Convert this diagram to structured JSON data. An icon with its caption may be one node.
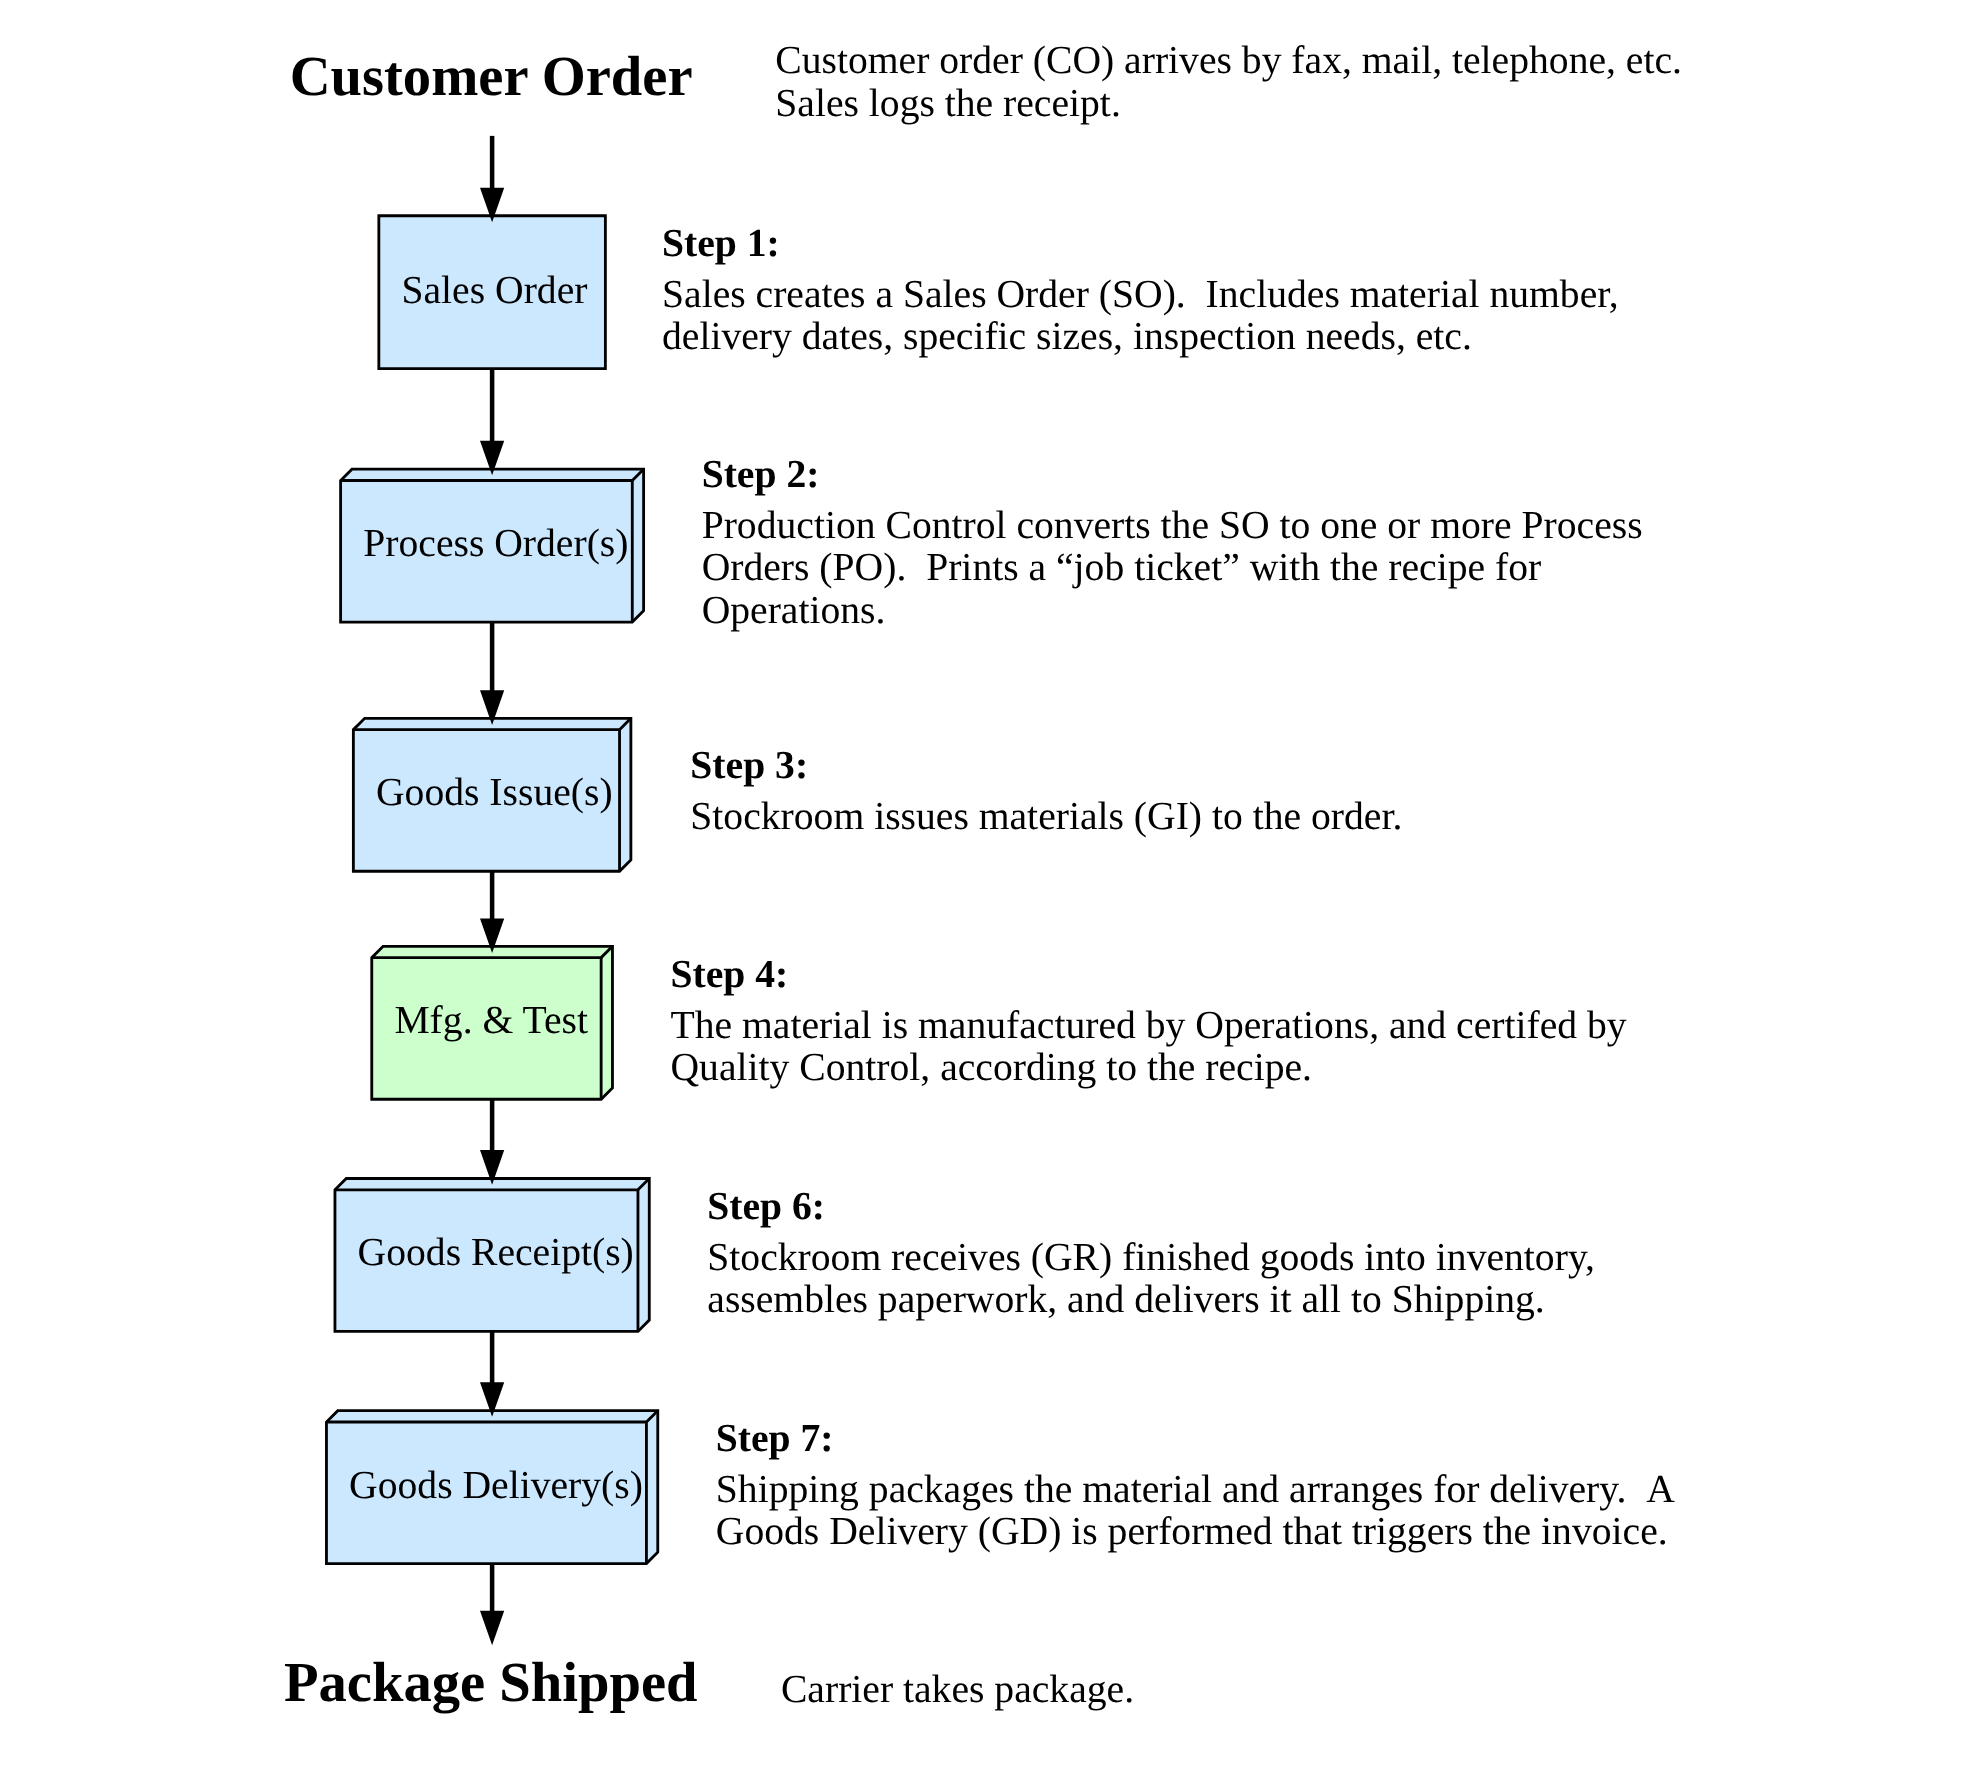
{
  "diagram": {
    "nodes": [
      {
        "text": [
          "Customer Order"
        ],
        "beside": [
          "Customer order (CO) arrives by fax, mail, telephone, etc.  Sales logs the receipt."
        ]
      },
      {
        "text": [
          "Sales Order"
        ],
        "beside": [
          "Step 1:",
          "Sales creates a Sales Order (SO).  Includes material number, delivery dates, specific sizes, inspection needs, etc."
        ]
      },
      {
        "text": [
          "Process Order(s)"
        ],
        "beside": [
          "Step 2:",
          "Production Control converts the SO to one or more Process Orders (PO).  Prints a “job ticket” with the recipe for Operations."
        ]
      },
      {
        "text": [
          "Goods Issue(s)"
        ],
        "beside": [
          "Step 3:",
          "Stockroom issues materials (GI) to the order."
        ]
      },
      {
        "text": [
          "Mfg. & Test"
        ],
        "beside": [
          "Step 4:",
          "The material is manufactured by Operations, and certifed by Quality Control, according to the recipe."
        ]
      },
      {
        "text": [
          "Goods Receipt(s)"
        ],
        "beside": [
          "Step 6:",
          "Stockroom receives (GR) finished goods into inventory, assembles paperwork, and delivers it all to Shipping."
        ]
      },
      {
        "text": [
          "Goods Delivery(s)"
        ],
        "beside": [
          "Step 7:",
          "Shipping packages the material and arranges for delivery.  A Goods Delivery (GD) is performed that triggers the invoice."
        ]
      },
      {
        "text": [
          "Package Shipped"
        ],
        "beside": [
          "Carrier takes package."
        ]
      }
    ],
    "edges": [
      {
        "from": 0,
        "to": 1,
        "arrow": "to"
      },
      {
        "from": 1,
        "to": 2,
        "arrow": "to"
      },
      {
        "from": 2,
        "to": 3,
        "arrow": "to"
      },
      {
        "from": 3,
        "to": 4,
        "arrow": "to"
      },
      {
        "from": 4,
        "to": 5,
        "arrow": "to"
      },
      {
        "from": 5,
        "to": 6,
        "arrow": "to"
      },
      {
        "from": 6,
        "to": 7,
        "arrow": "to"
      }
    ]
  }
}
